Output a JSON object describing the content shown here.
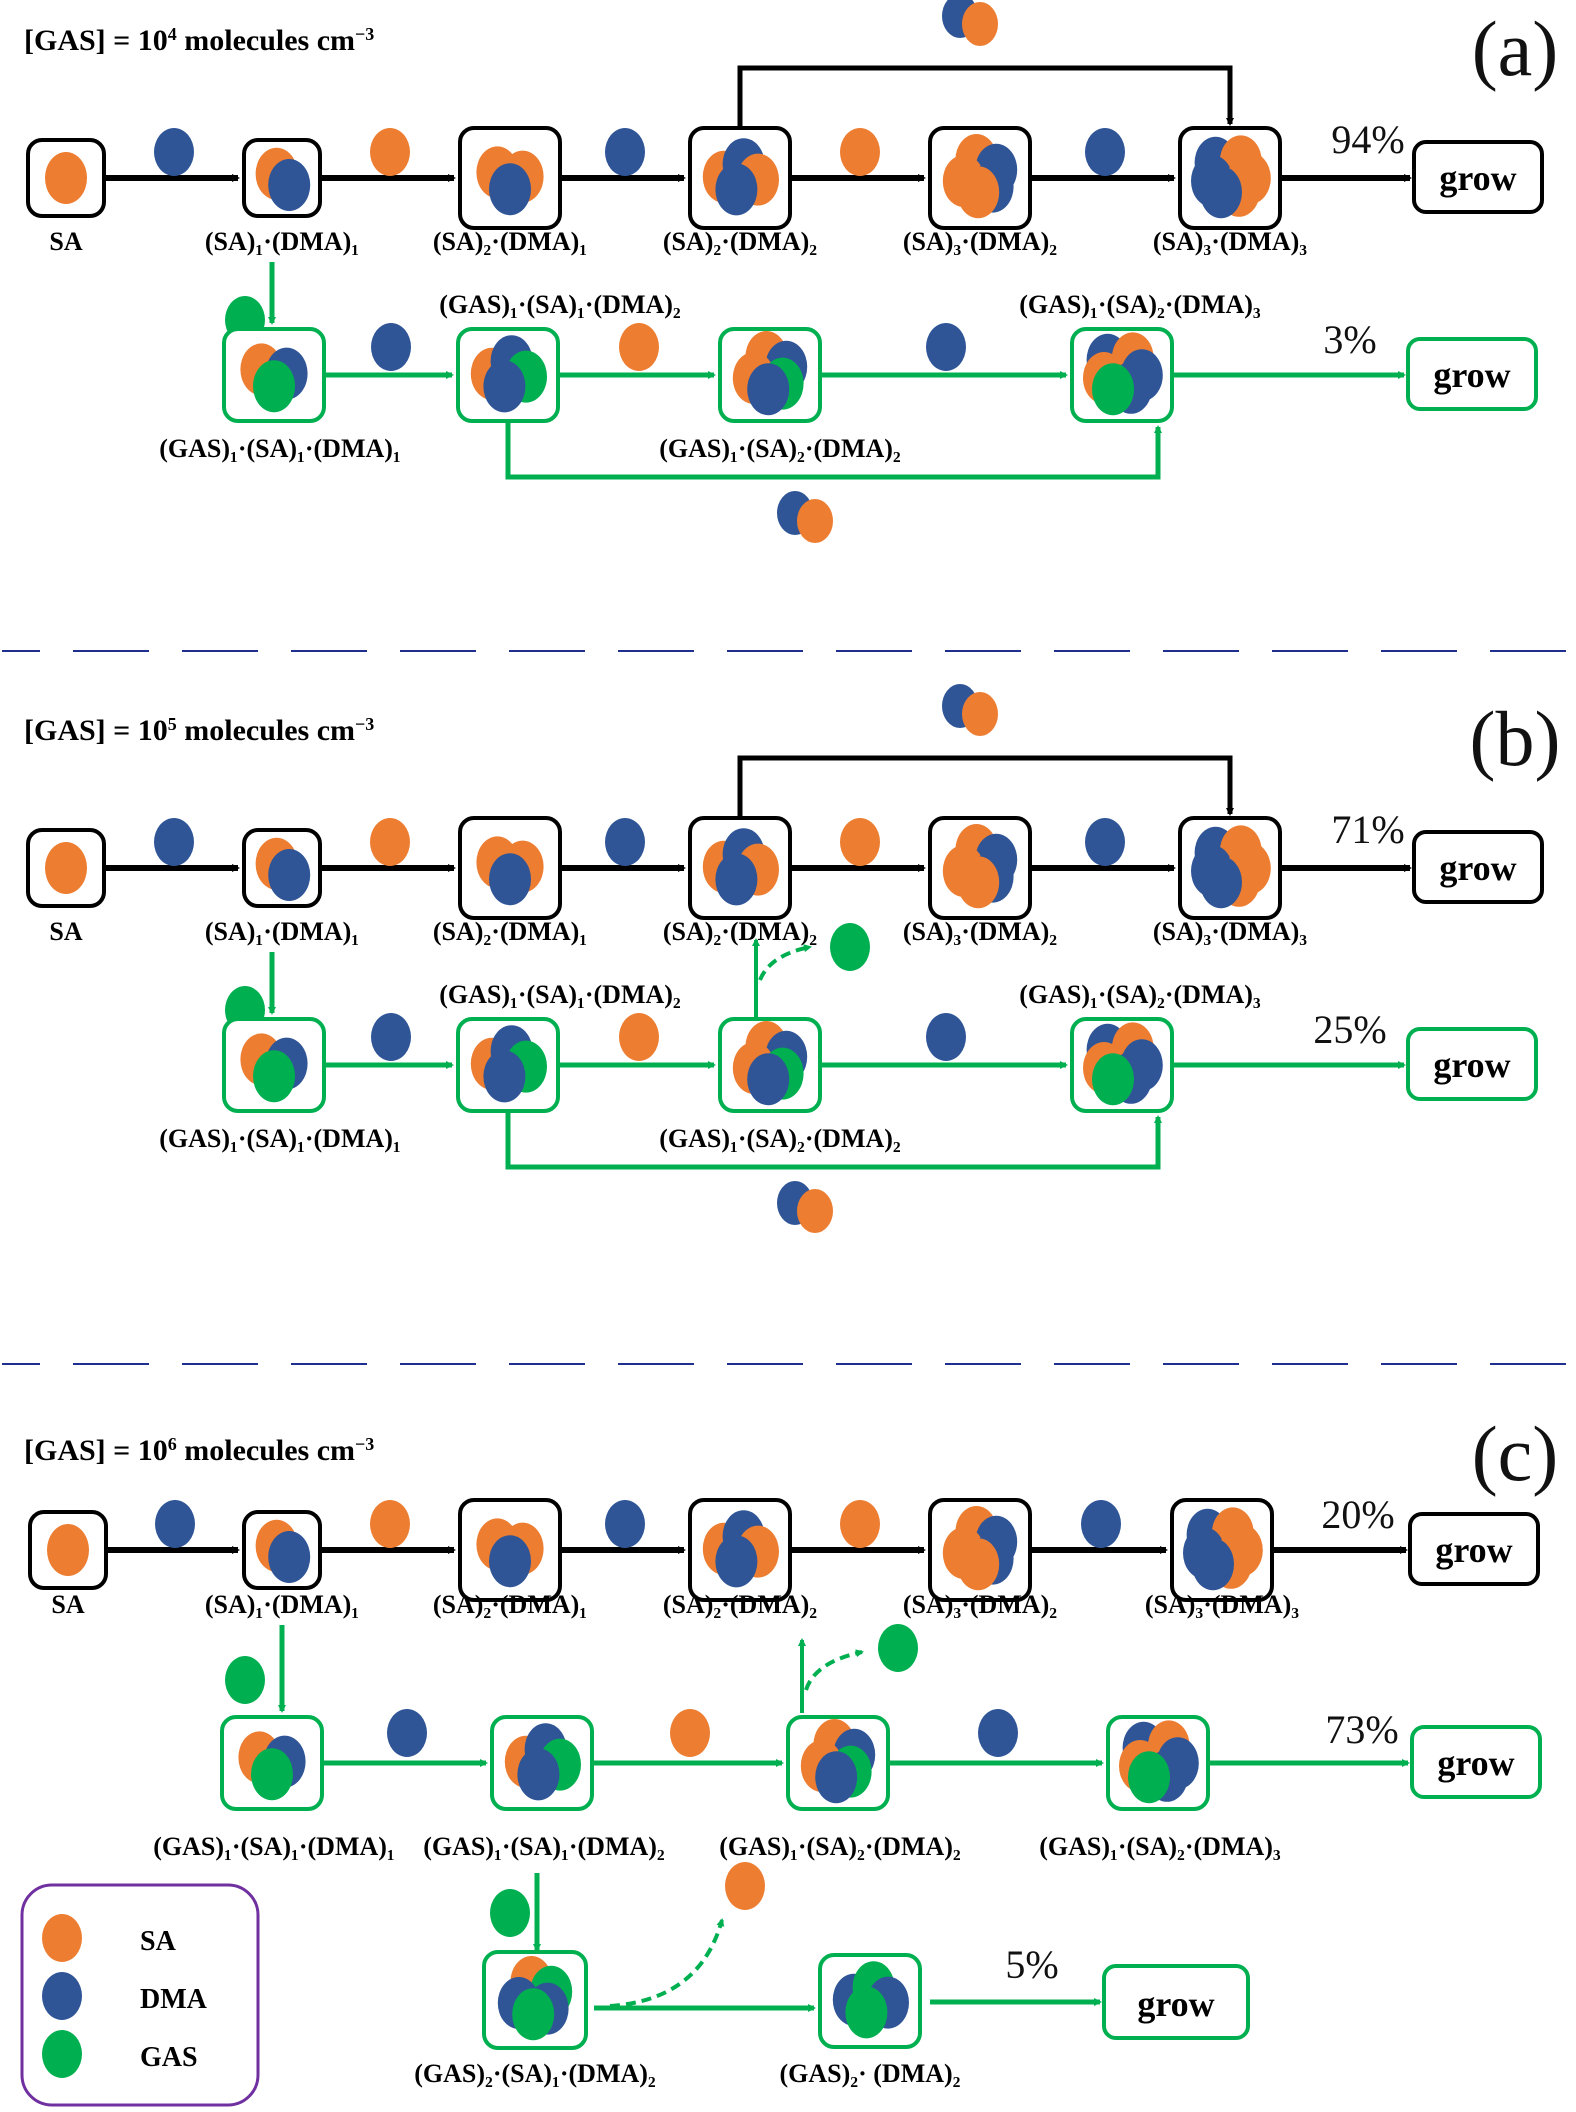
{
  "colors": {
    "SA": "#ED7D31",
    "DMA": "#2F5597",
    "GAS": "#00B050",
    "black_path": "#000000",
    "green_path": "#00B050",
    "legend_border": "#7030A0",
    "separator": "#1F2F8F"
  },
  "legend": {
    "items": [
      {
        "species": "SA",
        "label": "SA"
      },
      {
        "species": "DMA",
        "label": "DMA"
      },
      {
        "species": "GAS",
        "label": "GAS"
      }
    ]
  },
  "grow_label": "grow",
  "panels": [
    {
      "id": "a",
      "letter": "(a)",
      "condition": {
        "prefix": "[GAS] = 10",
        "exponent": "4",
        "suffix": " molecules cm",
        "unit_exp": "−3"
      },
      "main_chain": {
        "clusters": [
          {
            "label": "SA",
            "content": [
              "SA"
            ]
          },
          {
            "label": "(SA)₁·(DMA)₁",
            "content": [
              "SA",
              "DMA"
            ]
          },
          {
            "label": "(SA)₂·(DMA)₁",
            "content": [
              "SA",
              "SA",
              "DMA"
            ]
          },
          {
            "label": "(SA)₂·(DMA)₂",
            "content": [
              "SA",
              "DMA",
              "SA",
              "DMA"
            ]
          },
          {
            "label": "(SA)₃·(DMA)₂",
            "content": [
              "SA",
              "DMA",
              "SA",
              "DMA",
              "SA"
            ]
          },
          {
            "label": "(SA)₃·(DMA)₃",
            "content": [
              "SA",
              "DMA",
              "SA",
              "DMA",
              "SA",
              "DMA"
            ]
          }
        ],
        "additions": [
          "DMA",
          "SA",
          "DMA",
          "SA",
          "DMA"
        ],
        "bypass": {
          "from": "(SA)₂·(DMA)₂",
          "to": "(SA)₃·(DMA)₃",
          "adds": [
            "DMA",
            "SA"
          ]
        },
        "grow_percent": "94%"
      },
      "gas_chain": {
        "entry_from": "(SA)₁·(DMA)₁",
        "entry_adds": "GAS",
        "clusters": [
          {
            "label": "(GAS)₁·(SA)₁·(DMA)₁",
            "content": [
              "SA",
              "DMA",
              "GAS"
            ]
          },
          {
            "label": "(GAS)₁·(SA)₁·(DMA)₂",
            "content": [
              "SA",
              "DMA",
              "GAS",
              "DMA"
            ]
          },
          {
            "label": "(GAS)₁·(SA)₂·(DMA)₂",
            "content": [
              "SA",
              "DMA",
              "SA",
              "GAS",
              "DMA"
            ]
          },
          {
            "label": "(GAS)₁·(SA)₂·(DMA)₃",
            "content": [
              "SA",
              "DMA",
              "SA",
              "DMA",
              "GAS",
              "DMA"
            ]
          }
        ],
        "additions": [
          "DMA",
          "SA",
          "DMA"
        ],
        "bypass": {
          "from": "(GAS)₁·(SA)₁·(DMA)₂",
          "to": "(GAS)₁·(SA)₂·(DMA)₃",
          "adds": [
            "DMA",
            "SA"
          ]
        },
        "grow_percent": "3%"
      }
    },
    {
      "id": "b",
      "letter": "(b)",
      "condition": {
        "prefix": "[GAS] = 10",
        "exponent": "5",
        "suffix": " molecules cm",
        "unit_exp": "−3"
      },
      "main_chain": {
        "clusters": [
          {
            "label": "SA"
          },
          {
            "label": "(SA)₁·(DMA)₁"
          },
          {
            "label": "(SA)₂·(DMA)₁"
          },
          {
            "label": "(SA)₂·(DMA)₂"
          },
          {
            "label": "(SA)₃·(DMA)₂"
          },
          {
            "label": "(SA)₃·(DMA)₃"
          }
        ],
        "additions": [
          "DMA",
          "SA",
          "DMA",
          "SA",
          "DMA"
        ],
        "bypass": {
          "from": "(SA)₂·(DMA)₂",
          "to": "(SA)₃·(DMA)₃",
          "adds": [
            "DMA",
            "SA"
          ]
        },
        "grow_percent": "71%"
      },
      "gas_chain": {
        "entry_from": "(SA)₁·(DMA)₁",
        "entry_adds": "GAS",
        "clusters": [
          {
            "label": "(GAS)₁·(SA)₁·(DMA)₁"
          },
          {
            "label": "(GAS)₁·(SA)₁·(DMA)₂"
          },
          {
            "label": "(GAS)₁·(SA)₂·(DMA)₂"
          },
          {
            "label": "(GAS)₁·(SA)₂·(DMA)₃"
          }
        ],
        "additions": [
          "DMA",
          "SA",
          "DMA"
        ],
        "bypass": {
          "from": "(GAS)₁·(SA)₁·(DMA)₂",
          "to": "(GAS)₁·(SA)₂·(DMA)₃",
          "adds": [
            "DMA",
            "SA"
          ]
        },
        "evaporation": {
          "from": "(GAS)₁·(SA)₂·(DMA)₂",
          "to": "(SA)₂·(DMA)₂",
          "releases": "GAS"
        },
        "grow_percent": "25%"
      }
    },
    {
      "id": "c",
      "letter": "(c)",
      "condition": {
        "prefix": "[GAS] = 10",
        "exponent": "6",
        "suffix": " molecules cm",
        "unit_exp": "−3"
      },
      "main_chain": {
        "clusters": [
          {
            "label": "SA"
          },
          {
            "label": "(SA)₁·(DMA)₁"
          },
          {
            "label": "(SA)₂·(DMA)₁"
          },
          {
            "label": "(SA)₂·(DMA)₂"
          },
          {
            "label": "(SA)₃·(DMA)₂"
          },
          {
            "label": "(SA)₃·(DMA)₃"
          }
        ],
        "additions": [
          "DMA",
          "SA",
          "DMA",
          "SA",
          "DMA"
        ],
        "grow_percent": "20%"
      },
      "gas_chain": {
        "entry_from": "(SA)₁·(DMA)₁",
        "entry_adds": "GAS",
        "clusters": [
          {
            "label": "(GAS)₁·(SA)₁·(DMA)₁"
          },
          {
            "label": "(GAS)₁·(SA)₁·(DMA)₂"
          },
          {
            "label": "(GAS)₁·(SA)₂·(DMA)₂"
          },
          {
            "label": "(GAS)₁·(SA)₂·(DMA)₃"
          }
        ],
        "additions": [
          "DMA",
          "SA",
          "DMA"
        ],
        "evaporation": {
          "from": "(GAS)₁·(SA)₂·(DMA)₂",
          "to": "(SA)₂·(DMA)₂",
          "releases": "GAS"
        },
        "grow_percent": "73%"
      },
      "gas2_chain": {
        "entry_from": "(GAS)₁·(SA)₁·(DMA)₂",
        "entry_adds": "GAS",
        "clusters": [
          {
            "label": "(GAS)₂·(SA)₁·(DMA)₂"
          },
          {
            "label": "(GAS)₂· (DMA)₂"
          }
        ],
        "evaporation_releases": "SA",
        "grow_percent": "5%"
      }
    }
  ]
}
